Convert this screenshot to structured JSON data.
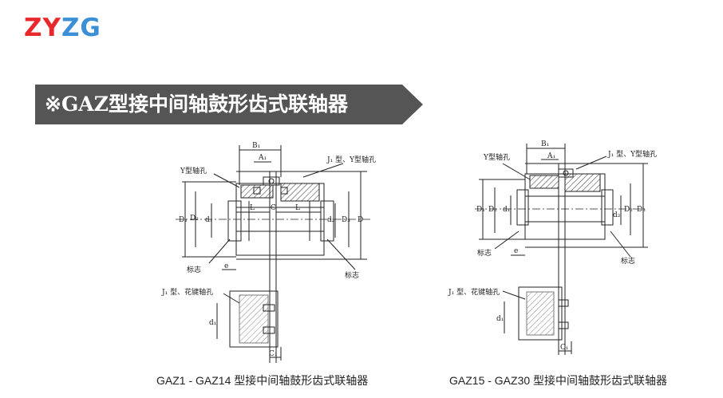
{
  "brand": {
    "letters": [
      {
        "char": "Z",
        "color": "#e8282b"
      },
      {
        "char": "Y",
        "color": "#e8282b"
      },
      {
        "char": "Z",
        "color": "#3a8fd6"
      },
      {
        "char": "G",
        "color": "#3a8fd6"
      }
    ]
  },
  "heading": "※GAZ型接中间轴鼓形齿式联轴器",
  "left_figure": {
    "caption": "GAZ1 - GAZ14 型接中间轴鼓形齿式联轴器",
    "labels": {
      "b1": "B₁",
      "a1": "A₁",
      "j1_y_bore": "J₁ 型、Y型轴孔",
      "y_bore": "Y型轴孔",
      "d1": "D₁",
      "d2": "D₂",
      "d1_small": "d₁",
      "l_left": "L",
      "c": "C",
      "l_right": "L",
      "d2_small": "d₂",
      "d3": "D₃",
      "d": "D",
      "mark_left": "标志",
      "e": "e",
      "mark_right": "标志",
      "j1_spline": "J₁ 型、花键轴孔",
      "d1_sub": "d₁",
      "c1": "C₁"
    }
  },
  "right_figure": {
    "caption": "GAZ15 - GAZ30 型接中间轴鼓形齿式联轴器",
    "labels": {
      "b1": "B₁",
      "a1": "A₁",
      "y_bore": "Y型轴孔",
      "j1_y_bore": "J₁ 型、Y型轴孔",
      "d1": "D₁",
      "d2": "D₂",
      "d1_small": "d₁",
      "d2_small": "d₂",
      "d2_right": "D₂",
      "d3": "D₃",
      "mark_left": "标志",
      "e": "e",
      "mark_right": "标志",
      "j1_spline": "J₁ 型、花键轴孔",
      "d1_sub": "d₁",
      "c1": "C₁"
    }
  }
}
